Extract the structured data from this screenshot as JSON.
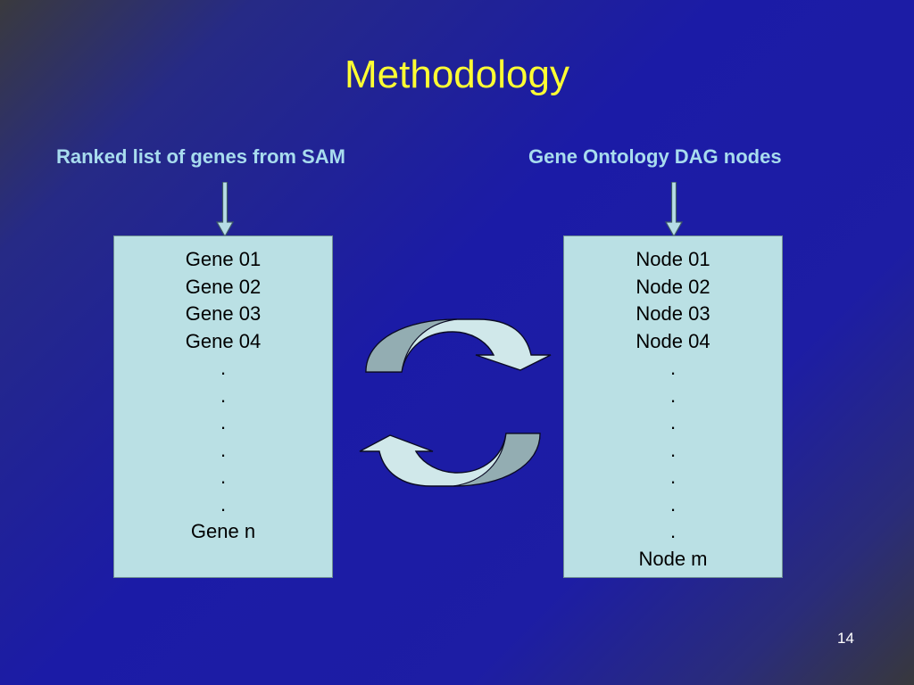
{
  "slide": {
    "title": "Methodology",
    "page_number": "14"
  },
  "left_column": {
    "label": "Ranked list of genes from SAM",
    "items": [
      "Gene 01",
      "Gene 02",
      "Gene 03",
      "Gene 04",
      ".",
      ".",
      ".",
      ".",
      ".",
      ".",
      "Gene n"
    ]
  },
  "right_column": {
    "label": "Gene Ontology DAG nodes",
    "items": [
      "Node 01",
      "Node 02",
      "Node 03",
      "Node 04",
      ".",
      ".",
      ".",
      ".",
      ".",
      ".",
      ".",
      "Node m"
    ]
  },
  "colors": {
    "title": "#ffff33",
    "label": "#a8dcee",
    "box_fill": "#bae0e4",
    "arrow_fill": "#92adb2"
  },
  "icons": [
    "down-arrow-icon",
    "curved-arrow-right-icon",
    "curved-arrow-left-icon"
  ]
}
